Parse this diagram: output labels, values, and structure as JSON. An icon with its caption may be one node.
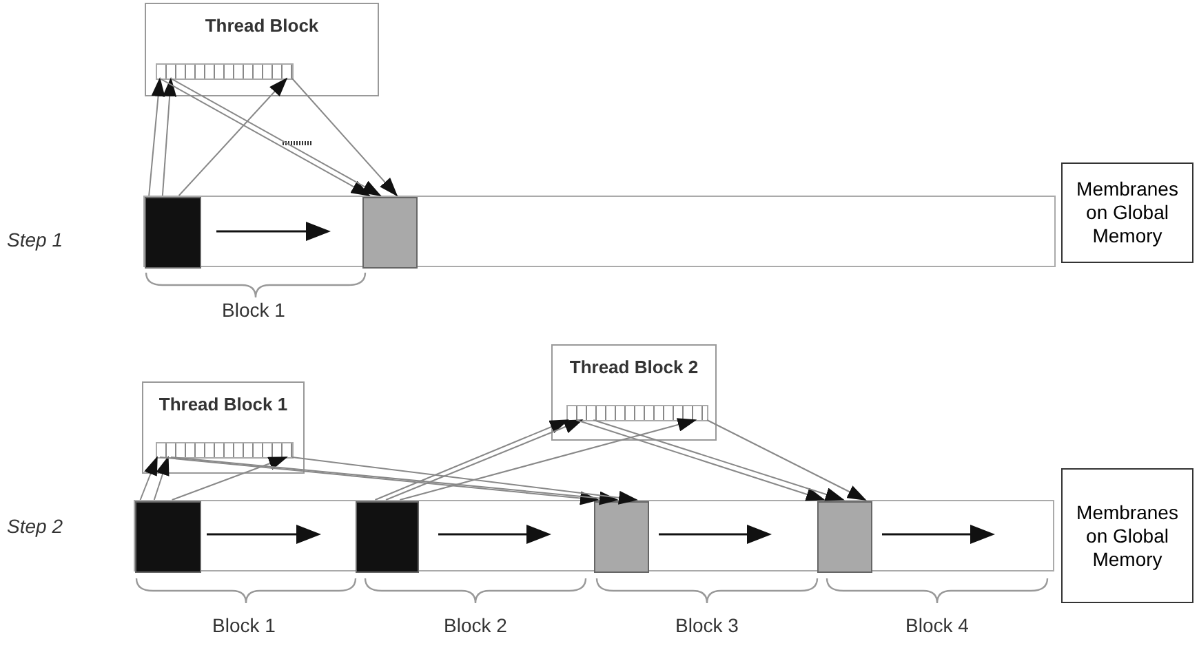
{
  "diagram": {
    "nodes": [
      {
        "text": [
          "Thread Block"
        ]
      },
      {
        "text": [],
        "shape": "bar",
        "in": 0
      },
      {
        "text": [],
        "shape": "bar"
      },
      {
        "text": [],
        "shape": "box",
        "in": 2
      },
      {
        "text": [],
        "shape": "box",
        "in": 2
      },
      {
        "text": [
          "Membranes on Global Memory"
        ]
      },
      {
        "text": [
          "Thread Block 1"
        ]
      },
      {
        "text": [],
        "shape": "bar",
        "in": 6
      },
      {
        "text": [
          "Thread Block 2"
        ]
      },
      {
        "text": [],
        "shape": "bar",
        "in": 8
      },
      {
        "text": [],
        "shape": "bar"
      },
      {
        "text": [],
        "shape": "box",
        "in": 10
      },
      {
        "text": [],
        "shape": "box",
        "in": 10
      },
      {
        "text": [],
        "shape": "box",
        "in": 10
      },
      {
        "text": [],
        "shape": "box",
        "in": 10
      },
      {
        "text": [
          "Membranes on Global Memory"
        ]
      }
    ],
    "edges": [
      {
        "from": 3,
        "to": 1,
        "arrow": "to"
      },
      {
        "from": 3,
        "to": 1,
        "arrow": "to"
      },
      {
        "from": 3,
        "to": 1,
        "arrow": "to"
      },
      {
        "from": 1,
        "to": 4,
        "arrow": "to"
      },
      {
        "from": 1,
        "to": 4,
        "arrow": "to"
      },
      {
        "from": 1,
        "to": 4,
        "arrow": "to"
      },
      {
        "from": 11,
        "to": 7,
        "arrow": "to"
      },
      {
        "from": 11,
        "to": 7,
        "arrow": "to"
      },
      {
        "from": 11,
        "to": 7,
        "arrow": "to"
      },
      {
        "from": 7,
        "to": 13,
        "arrow": "to"
      },
      {
        "from": 7,
        "to": 13,
        "arrow": "to"
      },
      {
        "from": 7,
        "to": 13,
        "arrow": "to"
      },
      {
        "from": 12,
        "to": 9,
        "arrow": "to"
      },
      {
        "from": 12,
        "to": 9,
        "arrow": "to"
      },
      {
        "from": 12,
        "to": 9,
        "arrow": "to"
      },
      {
        "from": 9,
        "to": 14,
        "arrow": "to"
      },
      {
        "from": 9,
        "to": 14,
        "arrow": "to"
      },
      {
        "from": 9,
        "to": 14,
        "arrow": "to"
      }
    ],
    "labels": [
      "Step 1",
      "Block 1",
      "Step 2",
      "Block 1",
      "Block 2",
      "Block 3",
      "Block 4"
    ]
  }
}
